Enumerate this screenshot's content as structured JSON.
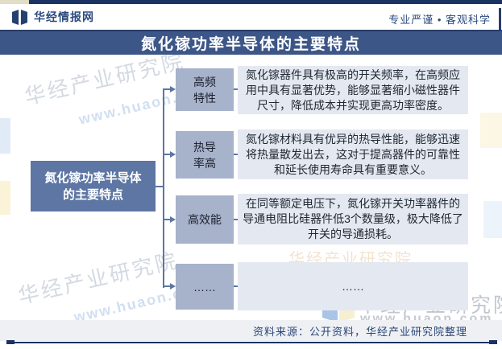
{
  "header": {
    "brand": "华经情报网",
    "slogan": "专业严谨 • 客观科学"
  },
  "title": "氮化镓功率半导体的主要特点",
  "root_box": {
    "label": "氮化镓功率半导体\n的主要特点"
  },
  "rows": [
    {
      "label": "高频\n特性",
      "desc": "氮化镓器件具有极高的开关频率，在高频应用中具有显著优势，能够显著缩小磁性器件尺寸，降低成本并实现更高功率密度。"
    },
    {
      "label": "热导\n率高",
      "desc": "氮化镓材料具有优异的热导性能，能够迅速将热量散发出去，这对于提高器件的可靠性和延长使用寿命具有重要意义。"
    },
    {
      "label": "高效能",
      "desc": "在同等额定电压下，氮化镓开关功率器件的导通电阻比硅器件低3个数量级，极大降低了开关的导通损耗。"
    },
    {
      "label": "……",
      "desc": "……"
    }
  ],
  "footer": {
    "source": "资料来源：公开资料，华经产业研究院整理"
  },
  "watermark": {
    "name": "华经产业研究院",
    "url": "www.huaon.com"
  },
  "colors": {
    "navy_dark": "#1b3362",
    "title_bar": "#3d5688",
    "root_box": "#5d76a3",
    "mid_box": "#a7b2cb",
    "desc_box": "#e4e8f1",
    "footer_band": "#eef0f4",
    "text_navy": "#2c4a7e"
  }
}
